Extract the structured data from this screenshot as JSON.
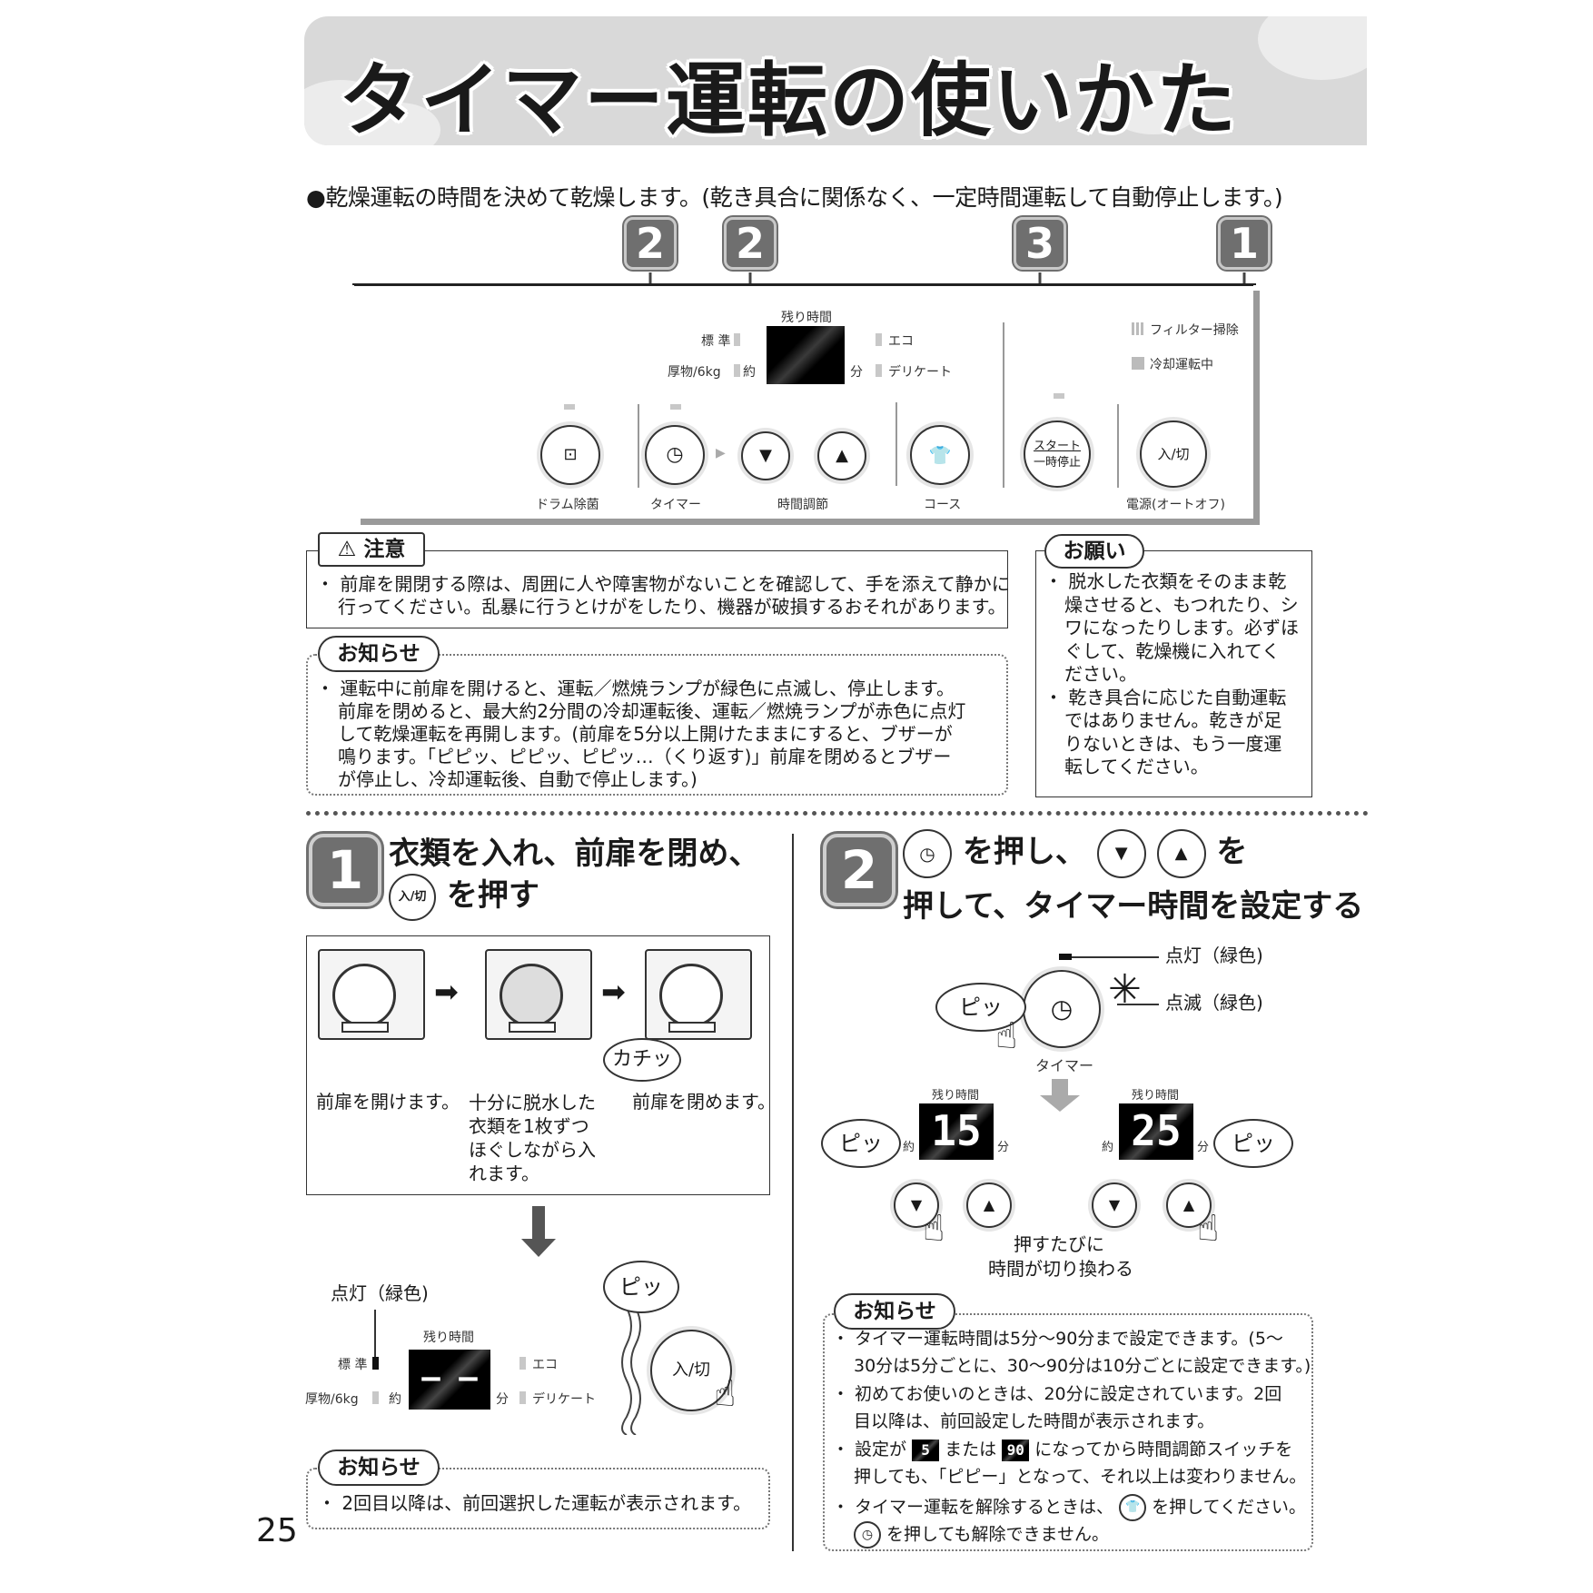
{
  "title": "タイマー運転の使いかた",
  "intro": "●乾燥運転の時間を決めて乾燥します。(乾き具合に関係なく、一定時間運転して自動停止します。)",
  "callout_badges": [
    "2",
    "2",
    "3",
    "1"
  ],
  "panel": {
    "remaining_time": "残り時間",
    "left_labels": [
      "標 準",
      "厚物/6kg"
    ],
    "approx": "約",
    "minutes": "分",
    "right_labels": [
      "エコ",
      "デリケート"
    ],
    "filter": "フィルター掃除",
    "cooling": "冷却運転中",
    "buttons": [
      "ドラム除菌",
      "タイマー",
      "時間調節",
      "コース",
      "電源(オートオフ)"
    ],
    "start_label_1": "スタート",
    "start_label_2": "一時停止",
    "power_label": "入/切"
  },
  "caution": {
    "title": "注意",
    "lines": [
      "・ 前扉を開閉する際は、周囲に人や障害物がないことを確認して、手を添えて静かに",
      "行ってください。乱暴に行うとけがをしたり、機器が破損するおそれがあります。"
    ]
  },
  "request": {
    "title": "お願い",
    "lines": [
      "・ 脱水した衣類をそのまま乾",
      "燥させると、もつれたり、シ",
      "ワになったりします。必ずほ",
      "ぐして、乾燥機に入れてく",
      "ださい。",
      "・ 乾き具合に応じた自動運転",
      "ではありません。乾きが足",
      "りないときは、もう一度運",
      "転してください。"
    ]
  },
  "notice1": {
    "title": "お知らせ",
    "lines": [
      "・ 運転中に前扉を開けると、運転／燃焼ランプが緑色に点滅し、停止します。",
      "前扉を閉めると、最大約2分間の冷却運転後、運転／燃焼ランプが赤色に点灯",
      "して乾燥運転を再開します。(前扉を5分以上開けたままにすると、ブザーが",
      "鳴ります。「ピピッ、ピピッ、ピピッ…（くり返す)」前扉を閉めるとブザー",
      "が停止し、冷却運転後、自動で停止します。)"
    ]
  },
  "step1": {
    "number": "1",
    "heading_1": "衣類を入れ、前扉を閉め、",
    "heading_2": "を押す",
    "icon_label": "入/切",
    "captions": [
      "前扉を開けます。",
      "十分に脱水した",
      "衣類を1枚ずつ",
      "ほぐしながら入",
      "れます。",
      "前扉を閉めます。"
    ],
    "click_sound": "カチッ",
    "lit_label": "点灯（緑色)",
    "beep": "ピッ",
    "power_button": "入/切",
    "panel_remaining": "残り時間",
    "panel_left": [
      "標 準",
      "厚物/6kg"
    ],
    "panel_approx": "約",
    "panel_min": "分",
    "panel_right": [
      "エコ",
      "デリケート"
    ],
    "lcd_display": "– –"
  },
  "notice_step1": {
    "title": "お知らせ",
    "line": "・ 2回目以降は、前回選択した運転が表示されます。"
  },
  "step2": {
    "number": "2",
    "heading_a": "を押し、",
    "heading_b": "を",
    "heading_2": "押して、タイマー時間を設定する",
    "lit_label": "点灯（緑色)",
    "blink_label": "点滅（緑色)",
    "beep": "ピッ",
    "timer_label": "タイマー",
    "remaining_time": "残り時間",
    "approx": "約",
    "minutes": "分",
    "display_left": "15",
    "display_right": "25",
    "press_note_1": "押すたびに",
    "press_note_2": "時間が切り換わる"
  },
  "notice2": {
    "title": "お知らせ",
    "lines": [
      "・ タイマー運転時間は5分～90分まで設定できます。(5～",
      "30分は5分ごとに、30～90分は10分ごとに設定できます。)",
      "・ 初めてお使いのときは、20分に設定されています。2回",
      "目以降は、前回設定した時間が表示されます。"
    ],
    "line5_a": "・ 設定が",
    "line5_lcd1": "5",
    "line5_b": "または",
    "line5_lcd2": "90",
    "line5_c": "になってから時間調節スイッチを",
    "line6": "押しても、「ピピー」となって、それ以上は変わりません。",
    "line7_a": "・ タイマー運転を解除するときは、",
    "line7_b": "を押してください。",
    "line8": "を押しても解除できません。"
  },
  "page_number": "25"
}
